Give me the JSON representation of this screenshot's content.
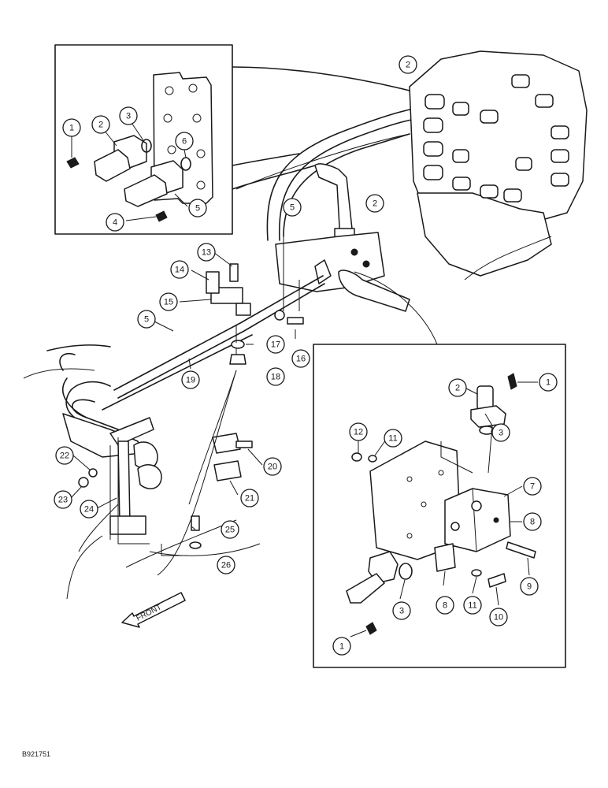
{
  "figure_id": "B921751",
  "direction_label": "FRONT",
  "callouts": [
    {
      "n": "1"
    },
    {
      "n": "2"
    },
    {
      "n": "3"
    },
    {
      "n": "6"
    },
    {
      "n": "4"
    },
    {
      "n": "5"
    },
    {
      "n": "2"
    },
    {
      "n": "5"
    },
    {
      "n": "2"
    },
    {
      "n": "13"
    },
    {
      "n": "14"
    },
    {
      "n": "15"
    },
    {
      "n": "5"
    },
    {
      "n": "17"
    },
    {
      "n": "16"
    },
    {
      "n": "18"
    },
    {
      "n": "19"
    },
    {
      "n": "22"
    },
    {
      "n": "23"
    },
    {
      "n": "24"
    },
    {
      "n": "20"
    },
    {
      "n": "21"
    },
    {
      "n": "25"
    },
    {
      "n": "26"
    },
    {
      "n": "2"
    },
    {
      "n": "1"
    },
    {
      "n": "3"
    },
    {
      "n": "12"
    },
    {
      "n": "11"
    },
    {
      "n": "7"
    },
    {
      "n": "8"
    },
    {
      "n": "9"
    },
    {
      "n": "10"
    },
    {
      "n": "11"
    },
    {
      "n": "8"
    },
    {
      "n": "3"
    },
    {
      "n": "1"
    }
  ]
}
